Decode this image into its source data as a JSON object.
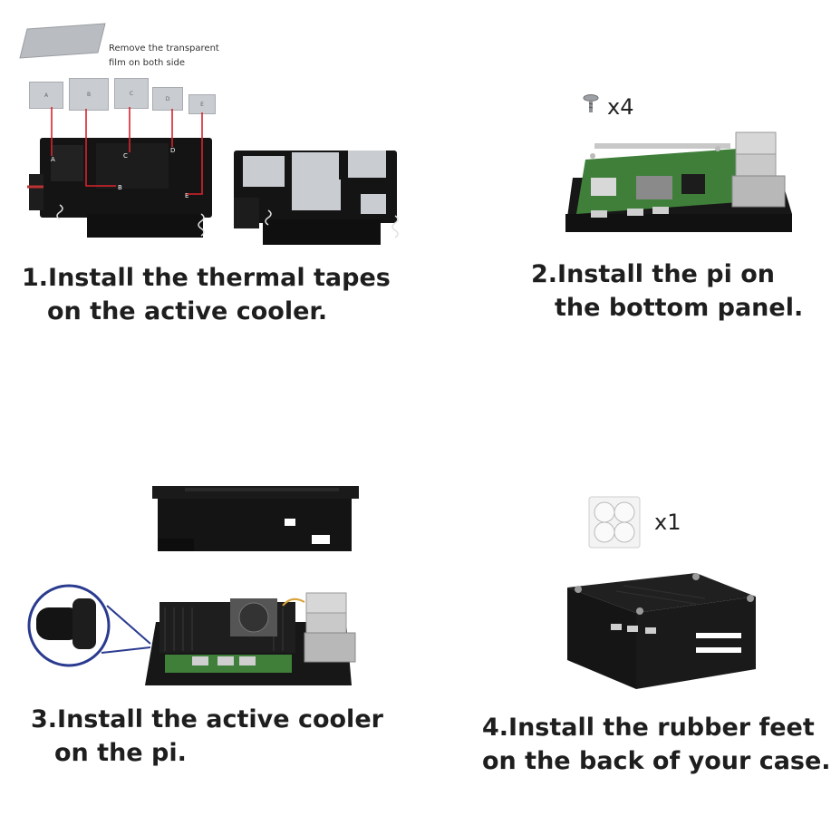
{
  "step1": {
    "caption_line1": "1.Install the thermal tapes",
    "caption_line2": "on the active cooler.",
    "film_note_line1": "Remove the transparent",
    "film_note_line2": "film on both side",
    "tape_labels": [
      "A",
      "B",
      "C",
      "D",
      "E"
    ]
  },
  "step2": {
    "caption_line1": "2.Install the pi on",
    "caption_line2": "the bottom panel.",
    "screw_qty": "x4"
  },
  "step3": {
    "caption_line1": "3.Install the active cooler",
    "caption_line2": "on the pi."
  },
  "step4": {
    "caption_line1": "4.Install the rubber feet",
    "caption_line2": "on the back of your case.",
    "feet_qty": "x1"
  },
  "colors": {
    "accent_line": "#d9232d",
    "case_black": "#141414",
    "board_green": "#3f7f3a",
    "tape_gray": "#c9ccd1"
  }
}
